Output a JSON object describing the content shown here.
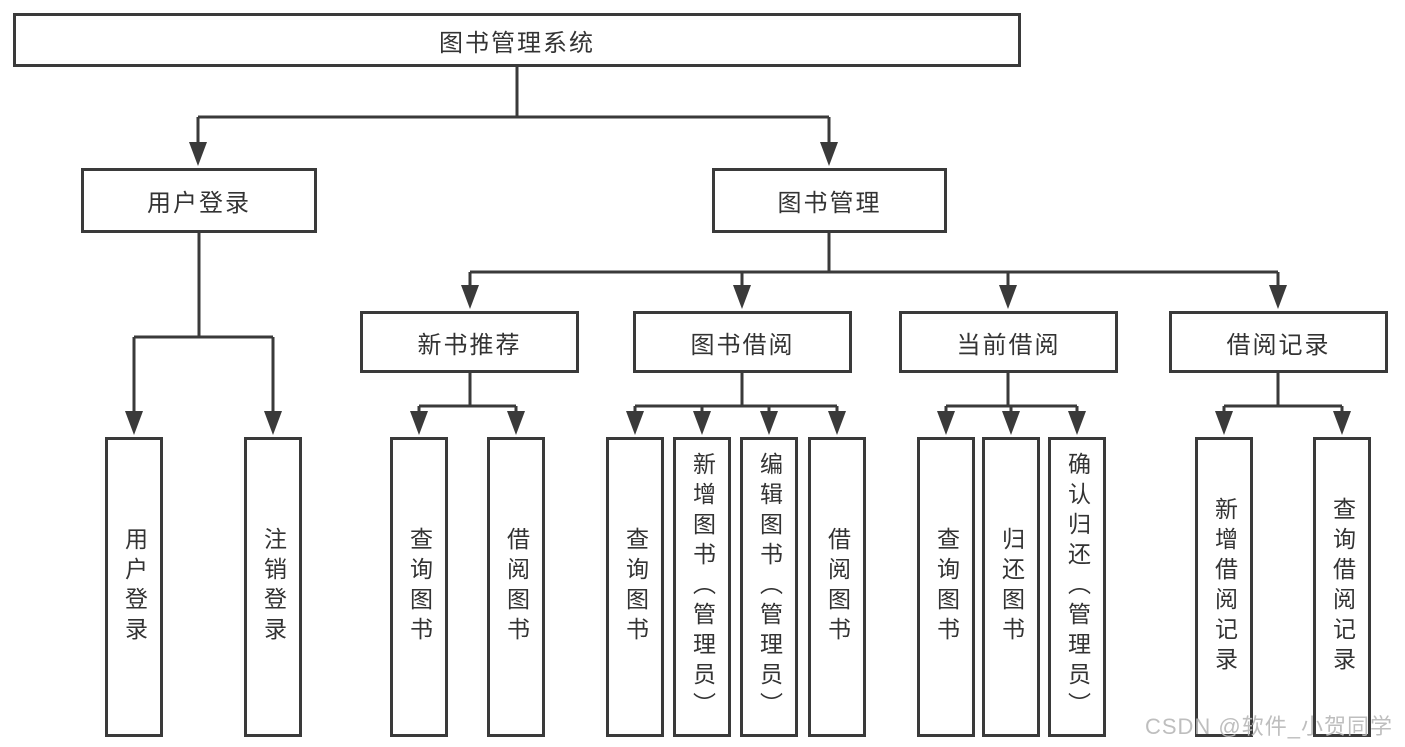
{
  "diagram": {
    "root": "图书管理系统",
    "level2": [
      {
        "label": "用户登录"
      },
      {
        "label": "图书管理"
      }
    ],
    "level3": [
      {
        "label": "新书推荐"
      },
      {
        "label": "图书借阅"
      },
      {
        "label": "当前借阅"
      },
      {
        "label": "借阅记录"
      }
    ],
    "leaf_groups": {
      "login": [
        "用户登录",
        "注销登录"
      ],
      "recommend": [
        "查询图书",
        "借阅图书"
      ],
      "borrow": [
        "查询图书",
        "新增图书（管理员）",
        "编辑图书（管理员）",
        "借阅图书"
      ],
      "current": [
        "查询图书",
        "归还图书",
        "确认归还（管理员）"
      ],
      "records": [
        "新增借阅记录",
        "查询借阅记录"
      ]
    }
  },
  "watermark": {
    "text": "CSDN @软件_小贺同学"
  },
  "colors": {
    "line": "#3a3a3a",
    "text": "#333333",
    "watermark": "#b8b8b8",
    "background": "#ffffff"
  }
}
